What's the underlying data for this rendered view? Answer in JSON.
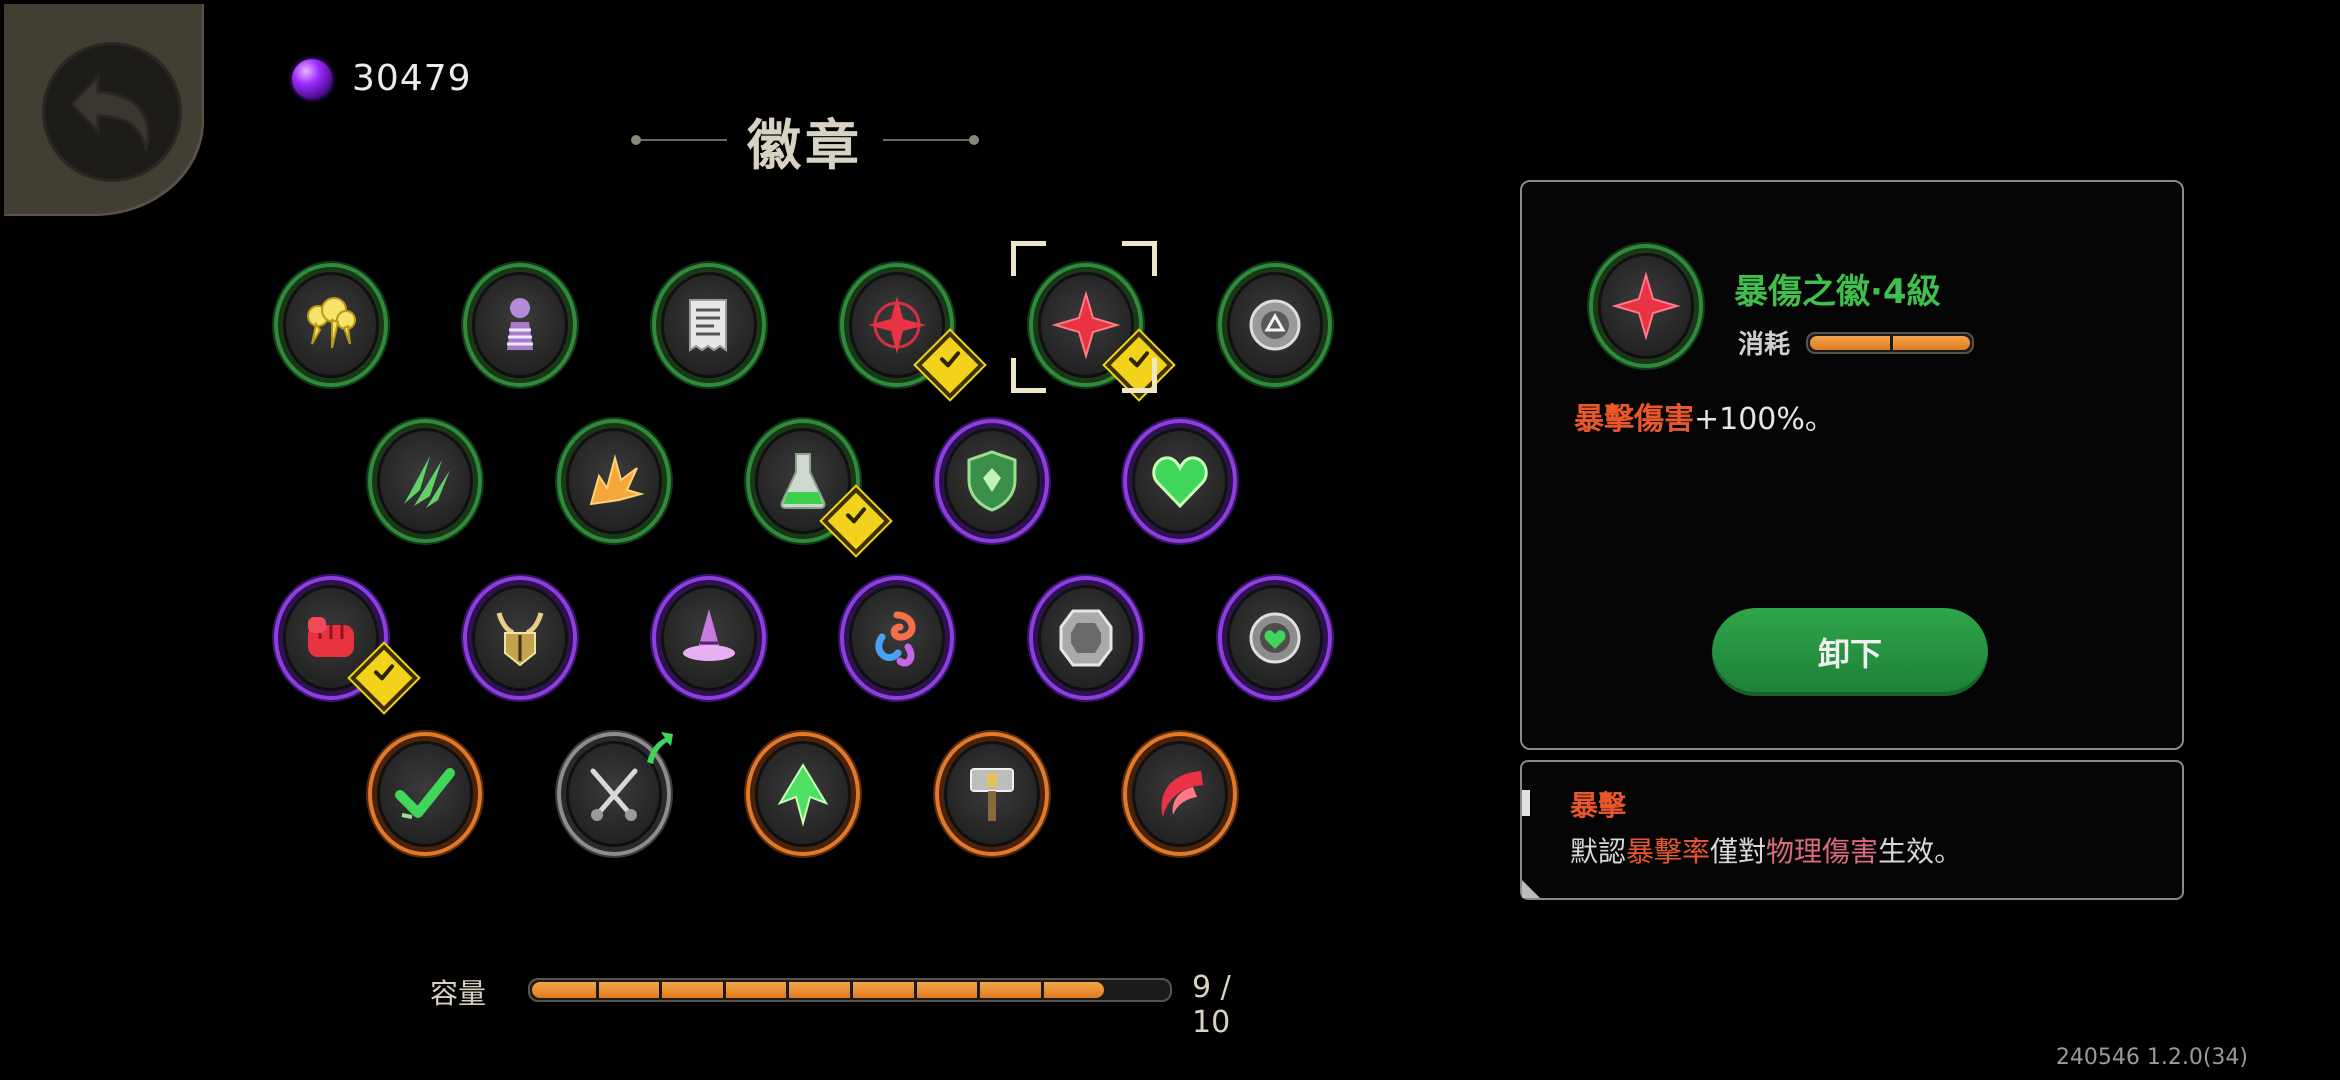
{
  "currency": {
    "icon": "purple-orb-icon",
    "value": "30479"
  },
  "title": "徽章",
  "badges": [
    {
      "id": "b1",
      "icon": "yellow-wisps-icon",
      "frame": "green"
    },
    {
      "id": "b2",
      "icon": "purple-pawn-icon",
      "frame": "green"
    },
    {
      "id": "b3",
      "icon": "scroll-icon",
      "frame": "green"
    },
    {
      "id": "b4",
      "icon": "red-star-crosshair-icon",
      "frame": "green",
      "equipped": true
    },
    {
      "id": "b5",
      "icon": "red-star-icon",
      "frame": "green",
      "equipped": true,
      "selected": true
    },
    {
      "id": "b6",
      "icon": "gray-triangle-orb-icon",
      "frame": "green"
    },
    {
      "id": "b7",
      "icon": "green-claws-icon",
      "frame": "green"
    },
    {
      "id": "b8",
      "icon": "orange-burst-icon",
      "frame": "green"
    },
    {
      "id": "b9",
      "icon": "green-flask-icon",
      "frame": "green",
      "equipped": true
    },
    {
      "id": "b10",
      "icon": "green-shield-icon",
      "frame": "purple"
    },
    {
      "id": "b11",
      "icon": "green-heart-icon",
      "frame": "purple"
    },
    {
      "id": "b12",
      "icon": "red-fist-icon",
      "frame": "purple",
      "equipped": true
    },
    {
      "id": "b13",
      "icon": "horned-helmet-icon",
      "frame": "purple"
    },
    {
      "id": "b14",
      "icon": "witch-hat-icon",
      "frame": "purple"
    },
    {
      "id": "b15",
      "icon": "swirl-icon",
      "frame": "purple"
    },
    {
      "id": "b16",
      "icon": "gray-gem-icon",
      "frame": "purple"
    },
    {
      "id": "b17",
      "icon": "heart-ring-icon",
      "frame": "purple"
    },
    {
      "id": "b18",
      "icon": "green-check-icon",
      "frame": "orange"
    },
    {
      "id": "b19",
      "icon": "crossed-daggers-icon",
      "frame": "gray",
      "upgrade": true
    },
    {
      "id": "b20",
      "icon": "green-arrow-icon",
      "frame": "orange"
    },
    {
      "id": "b21",
      "icon": "hammer-icon",
      "frame": "orange"
    },
    {
      "id": "b22",
      "icon": "red-slash-icon",
      "frame": "orange"
    }
  ],
  "capacity": {
    "label": "容量",
    "used": 9,
    "max": 10,
    "text": "9 / 10"
  },
  "detail": {
    "icon": "red-star-icon",
    "name": "暴傷之徽·4級",
    "cost_label": "消耗",
    "cost_level": 2,
    "cost_max": 2,
    "desc_highlight": "暴擊傷害",
    "desc_rest": "+100%。",
    "button": "卸下"
  },
  "tip": {
    "title": "暴擊",
    "p1": "默認",
    "p2": "暴擊率",
    "p3": "僅對",
    "p4": "物理傷害",
    "p5": "生效。"
  },
  "version": "240546 1.2.0(34)",
  "colors": {
    "green_frame": "#2f8a3c",
    "purple_frame": "#8d3ee0",
    "orange_frame": "#e07a2a",
    "check": "#f2d21b",
    "button": "#2ea64a"
  }
}
